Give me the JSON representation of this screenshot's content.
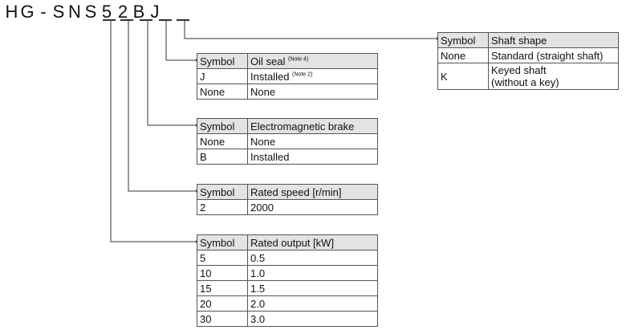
{
  "model_code": [
    "H",
    "G",
    "-",
    "S",
    "N",
    "S",
    "5",
    "2",
    "B",
    "J"
  ],
  "tables": {
    "shaft": {
      "header": [
        "Symbol",
        "Shaft shape"
      ],
      "rows": [
        [
          "None",
          "Standard (straight shaft)"
        ]
      ],
      "keyed_symbol": "K",
      "keyed_line1": "Keyed shaft",
      "keyed_line2": "(without a key)"
    },
    "oil_seal": {
      "header_symbol": "Symbol",
      "header_label": "Oil seal",
      "header_note": "(Note 4)",
      "row1_symbol": "J",
      "row1_value": "Installed",
      "row1_note": "(Note 2)",
      "row2_symbol": "None",
      "row2_value": "None"
    },
    "brake": {
      "header": [
        "Symbol",
        "Electromagnetic brake"
      ],
      "rows": [
        [
          "None",
          "None"
        ],
        [
          "B",
          "Installed"
        ]
      ]
    },
    "speed": {
      "header": [
        "Symbol",
        "Rated speed [r/min]"
      ],
      "rows": [
        [
          "2",
          "2000"
        ]
      ]
    },
    "output": {
      "header": [
        "Symbol",
        "Rated output [kW]"
      ],
      "rows": [
        [
          "5",
          "0.5"
        ],
        [
          "10",
          "1.0"
        ],
        [
          "15",
          "1.5"
        ],
        [
          "20",
          "2.0"
        ],
        [
          "30",
          "3.0"
        ]
      ]
    }
  }
}
